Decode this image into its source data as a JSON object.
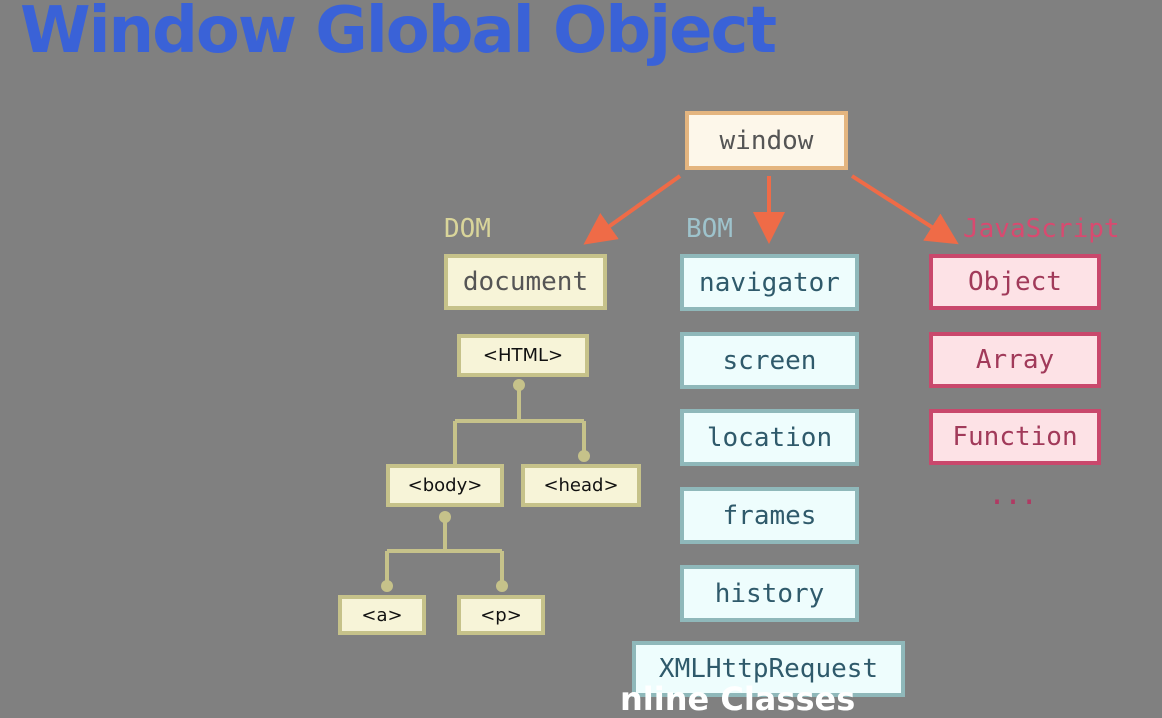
{
  "title": "Window Global Object",
  "window": {
    "label": "window"
  },
  "groups": {
    "dom": {
      "label": "DOM",
      "root": "document"
    },
    "bom": {
      "label": "BOM",
      "items": [
        "navigator",
        "screen",
        "location",
        "frames",
        "history",
        "XMLHttpRequest"
      ]
    },
    "js": {
      "label": "JavaScript",
      "items": [
        "Object",
        "Array",
        "Function"
      ],
      "more": "..."
    }
  },
  "dom_tree": {
    "html": "<HTML>",
    "body": "<body>",
    "head": "<head>",
    "a": "<a>",
    "p": "<p>"
  },
  "footer": {
    "text": "nline Classes"
  },
  "colors": {
    "title": "#3a62d7",
    "arrow": "#ef6b47",
    "dom_border": "#c6c28a",
    "bom_border": "#8fb8ba",
    "js_border": "#c9486c"
  }
}
